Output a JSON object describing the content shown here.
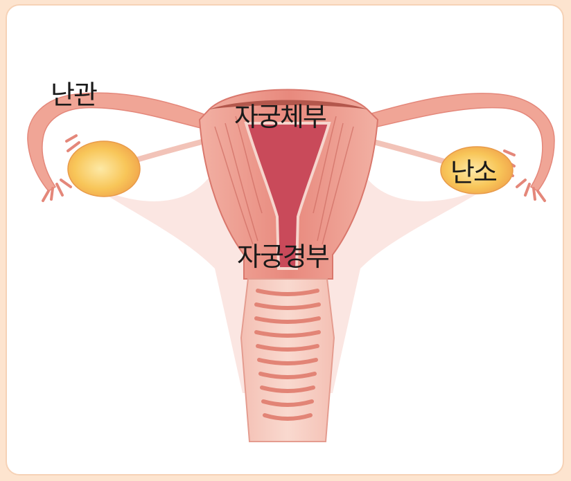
{
  "labels": {
    "fallopian_tube": "난관",
    "uterine_body": "자궁체부",
    "ovary": "난소",
    "cervix": "자궁경부"
  },
  "colors": {
    "background": "#fde4cf",
    "frame_border": "#f6d2b6",
    "tissue_outer": "#f0a596",
    "tissue_muscle": "#e8897d",
    "cavity": "#c94a5a",
    "ovary": "#f7c45a",
    "ligament": "#fbe6e2"
  }
}
